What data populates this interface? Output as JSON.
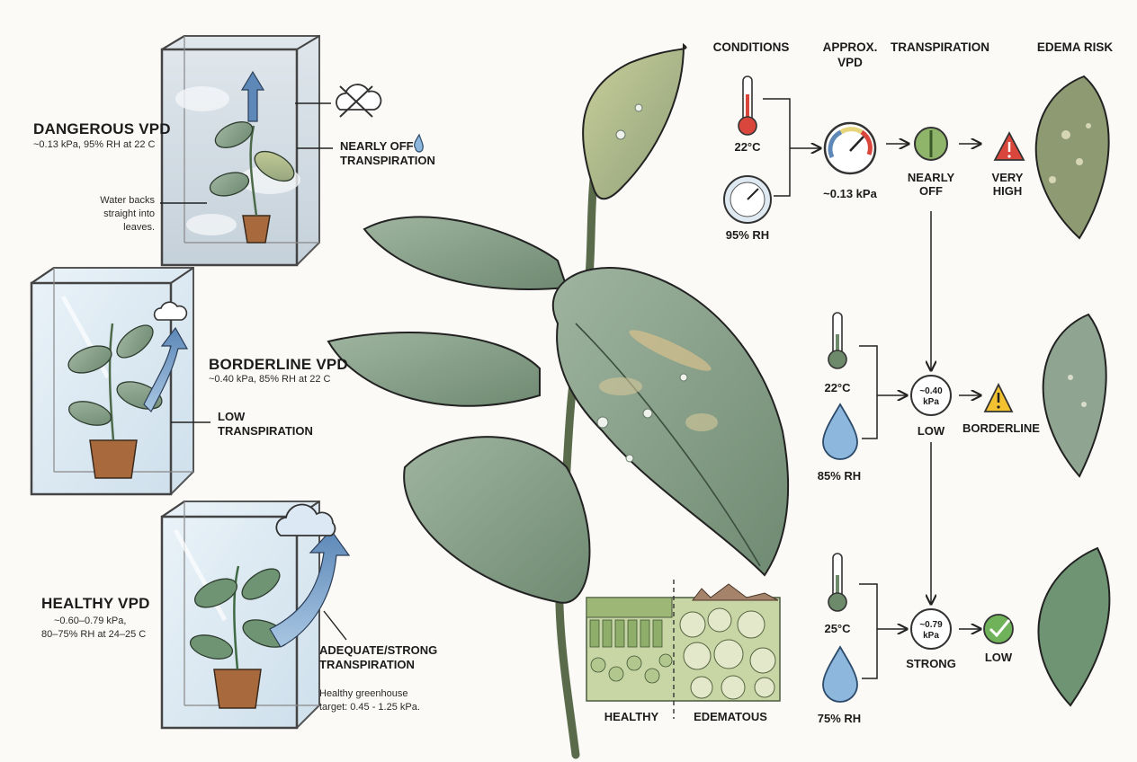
{
  "panels": [
    {
      "title": "DANGEROUS VPD",
      "subtitle": "~0.13 kPa, 95% RH at 22 C",
      "note": "Water backs straight into leaves.",
      "transpiration": "NEARLY OFF TRANSPIRATION"
    },
    {
      "title": "BORDERLINE VPD",
      "subtitle": "~0.40 kPa, 85% RH at 22 C",
      "transpiration": "LOW TRANSPIRATION"
    },
    {
      "title": "HEALTHY VPD",
      "subtitle_line1": "~0.60–0.79 kPa,",
      "subtitle_line2": "80–75% RH at 24–25 C",
      "transpiration": "ADEQUATE/STRONG TRANSPIRATION",
      "note": "Healthy greenhouse target: 0.45 - 1.25 kPa."
    }
  ],
  "columns": {
    "conditions": "CONDITIONS",
    "vpd_line1": "APPROX.",
    "vpd_line2": "VPD",
    "transpiration": "TRANSPIRATION",
    "risk": "EDEMA RISK"
  },
  "rows": [
    {
      "temp": "22°C",
      "rh": "95% RH",
      "vpd": "~0.13 kPa",
      "transpiration": "NEARLY OFF",
      "risk": "VERY HIGH"
    },
    {
      "temp": "22°C",
      "rh": "85% RH",
      "vpd_line1": "~0.40",
      "vpd_line2": "kPa",
      "transpiration": "LOW",
      "risk": "BORDERLINE"
    },
    {
      "temp": "25°C",
      "rh": "75% RH",
      "vpd_line1": "~0.79",
      "vpd_line2": "kPa",
      "transpiration": "STRONG",
      "risk": "LOW"
    }
  ],
  "cross_section": {
    "healthy": "HEALTHY",
    "edematous": "EDEMATOUS"
  },
  "colors": {
    "leaf": "#8fa592",
    "leaf_dark": "#5e7763",
    "warning_red": "#d9463b",
    "warning_yellow": "#f2c230",
    "ok_green": "#6fb25a",
    "arrow_blue": "#5d88b8"
  }
}
